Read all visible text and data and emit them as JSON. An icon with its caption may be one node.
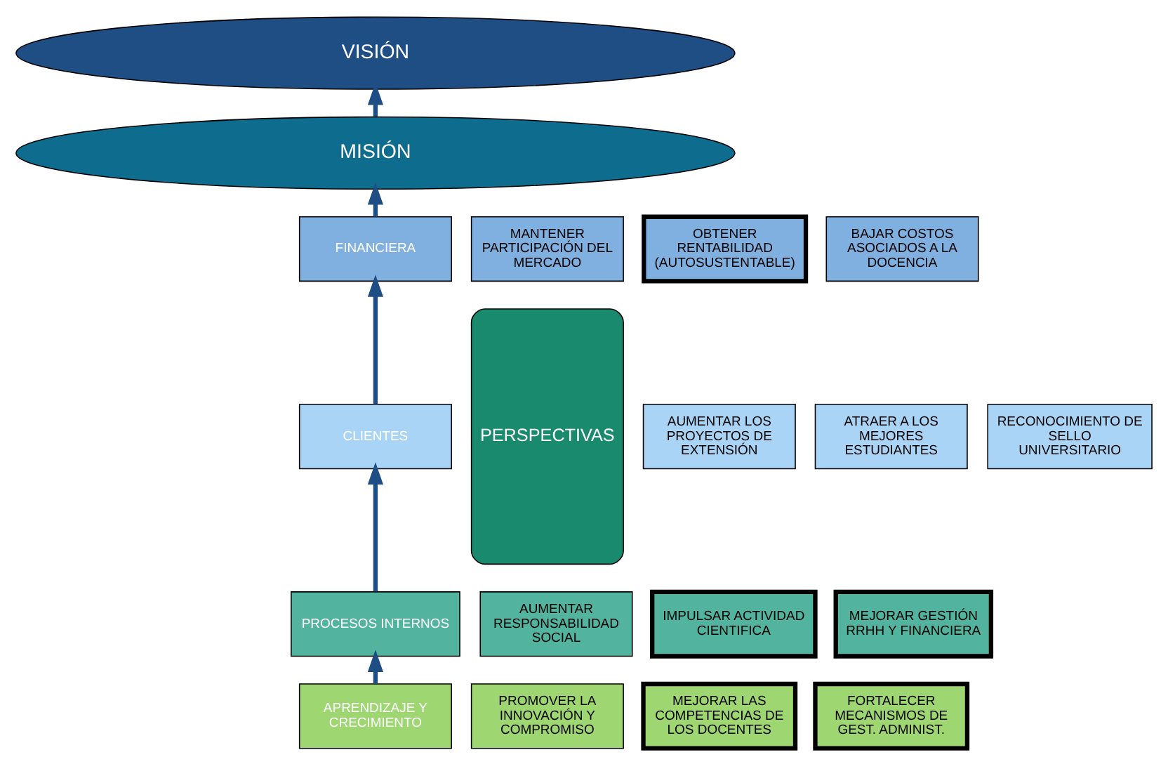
{
  "diagram": {
    "nodes": [
      {
        "text": [
          "VISIÓN"
        ]
      },
      {
        "text": [
          "MISIÓN"
        ]
      },
      {
        "text": [
          "PERSPECTIVAS"
        ]
      },
      {
        "text": [
          "FINANCIERA"
        ]
      },
      {
        "text": [
          "MANTENER PARTICIPACIÓN DEL MERCADO"
        ]
      },
      {
        "text": [
          "OBTENER RENTABILIDAD (AUTOSUSTENTABLE)"
        ]
      },
      {
        "text": [
          "BAJAR COSTOS ASOCIADOS A LA DOCENCIA"
        ]
      },
      {
        "text": [
          "CLIENTES"
        ]
      },
      {
        "text": [
          "AUMENTAR LOS PROYECTOS DE EXTENSIÓN"
        ]
      },
      {
        "text": [
          "ATRAER A LOS MEJORES ESTUDIANTES"
        ]
      },
      {
        "text": [
          "RECONOCIMIENTO DE SELLO UNIVERSITARIO"
        ]
      },
      {
        "text": [
          "PROCESOS INTERNOS"
        ]
      },
      {
        "text": [
          "AUMENTAR RESPONSABILIDAD SOCIAL"
        ]
      },
      {
        "text": [
          "IMPULSAR ACTIVIDAD CIENTIFICA"
        ]
      },
      {
        "text": [
          "MEJORAR GESTIÓN RRHH Y FINANCIERA"
        ]
      },
      {
        "text": [
          "APRENDIZAJE Y CRECIMIENTO"
        ]
      },
      {
        "text": [
          "PROMOVER LA INNOVACIÓN Y COMPROMISO"
        ]
      },
      {
        "text": [
          "MEJORAR LAS COMPETENCIAS DE LOS DOCENTES"
        ]
      },
      {
        "text": [
          "FORTALECER MECANISMOS DE GEST. ADMINIST."
        ]
      }
    ],
    "edges": [
      {
        "from": 1,
        "to": 0,
        "arrow": "to"
      },
      {
        "from": 3,
        "to": 1,
        "arrow": "to"
      },
      {
        "from": 7,
        "to": 3,
        "arrow": "to"
      },
      {
        "from": 11,
        "to": 7,
        "arrow": "to"
      },
      {
        "from": 15,
        "to": 11,
        "arrow": "to"
      }
    ]
  }
}
